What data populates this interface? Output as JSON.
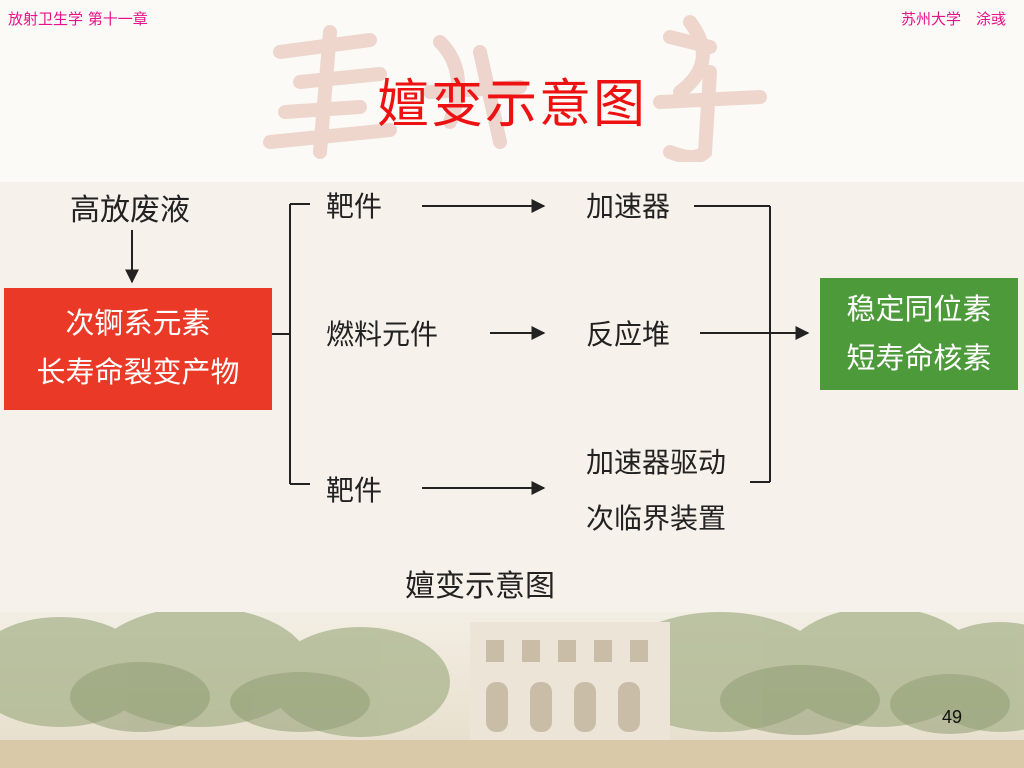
{
  "header": {
    "left": "放射卫生学 第十一章",
    "right": "苏州大学　涂彧"
  },
  "title": "嬗变示意图",
  "diagram": {
    "source_label": "高放废液",
    "source_box_lines": [
      "次锕系元素",
      "长寿命裂变产物"
    ],
    "targets": [
      {
        "input": "靶件",
        "device_lines": [
          "加速器"
        ]
      },
      {
        "input": "燃料元件",
        "device_lines": [
          "反应堆"
        ]
      },
      {
        "input": "靶件",
        "device_lines": [
          "加速器驱动",
          "次临界装置"
        ]
      }
    ],
    "result_box_lines": [
      "稳定同位素",
      "短寿命核素"
    ],
    "caption": "嬗变示意图"
  },
  "colors": {
    "header": "#e8118a",
    "title": "#ee1111",
    "source_box": "#ea3a27",
    "result_box": "#4d9a3a",
    "box_text": "#ffffff",
    "line": "#222222"
  },
  "page_number": "49"
}
